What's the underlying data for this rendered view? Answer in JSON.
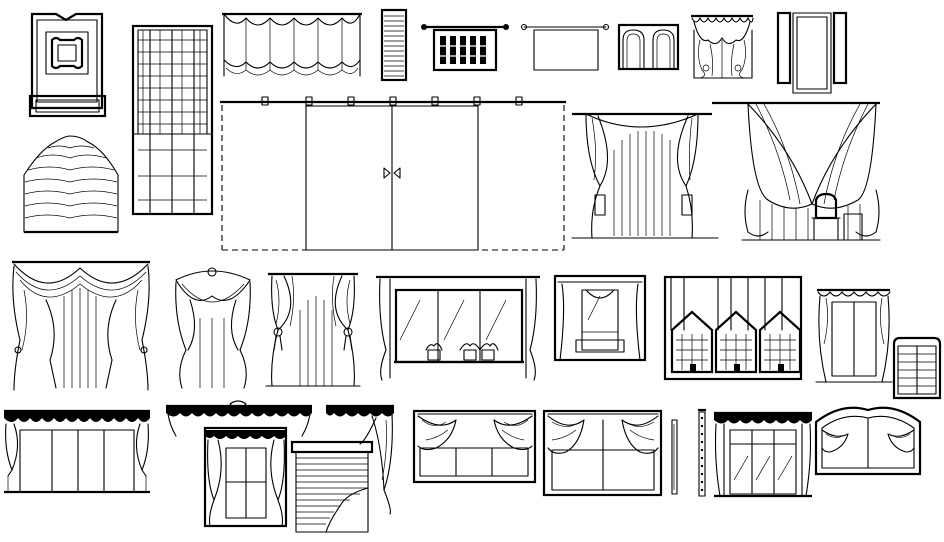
{
  "drawing": {
    "background": "#ffffff",
    "line_color": "#000000",
    "blocks": [
      {
        "id": "ornate-ceiling-panel",
        "kind": "panel"
      },
      {
        "id": "fabric-fan-swag",
        "kind": "curtain"
      },
      {
        "id": "tall-lattice-window",
        "kind": "window"
      },
      {
        "id": "roman-shade",
        "kind": "curtain"
      },
      {
        "id": "louvered-shutter",
        "kind": "shutter"
      },
      {
        "id": "rod-grille-panel",
        "kind": "window"
      },
      {
        "id": "rod-blank-panel",
        "kind": "window"
      },
      {
        "id": "arched-double-window",
        "kind": "window"
      },
      {
        "id": "ruffled-valance-curtain",
        "kind": "curtain"
      },
      {
        "id": "shuttered-window",
        "kind": "window"
      },
      {
        "id": "sliding-double-door",
        "kind": "door"
      },
      {
        "id": "tieback-drape-pair",
        "kind": "curtain"
      },
      {
        "id": "grand-drape-with-armchair",
        "kind": "curtain"
      },
      {
        "id": "swag-valance-drape",
        "kind": "curtain"
      },
      {
        "id": "tassel-swag-drape",
        "kind": "curtain"
      },
      {
        "id": "tieback-sheer-curtains",
        "kind": "curtain"
      },
      {
        "id": "picture-window-with-planters",
        "kind": "window"
      },
      {
        "id": "small-framed-curtain-window",
        "kind": "window"
      },
      {
        "id": "gabled-window-row",
        "kind": "window"
      },
      {
        "id": "valance-window",
        "kind": "window"
      },
      {
        "id": "small-shuttered-window",
        "kind": "window"
      },
      {
        "id": "wide-valance-window",
        "kind": "window"
      },
      {
        "id": "pelmet-and-tall-window",
        "kind": "window"
      },
      {
        "id": "slatted-blind",
        "kind": "blind"
      },
      {
        "id": "corner-swag-drape",
        "kind": "curtain"
      },
      {
        "id": "triple-pane-window-drapes",
        "kind": "window"
      },
      {
        "id": "double-pane-window-drapes",
        "kind": "window"
      },
      {
        "id": "side-rails",
        "kind": "hardware"
      },
      {
        "id": "glazed-door-with-valance",
        "kind": "door"
      },
      {
        "id": "arched-valance-window",
        "kind": "window"
      }
    ]
  }
}
